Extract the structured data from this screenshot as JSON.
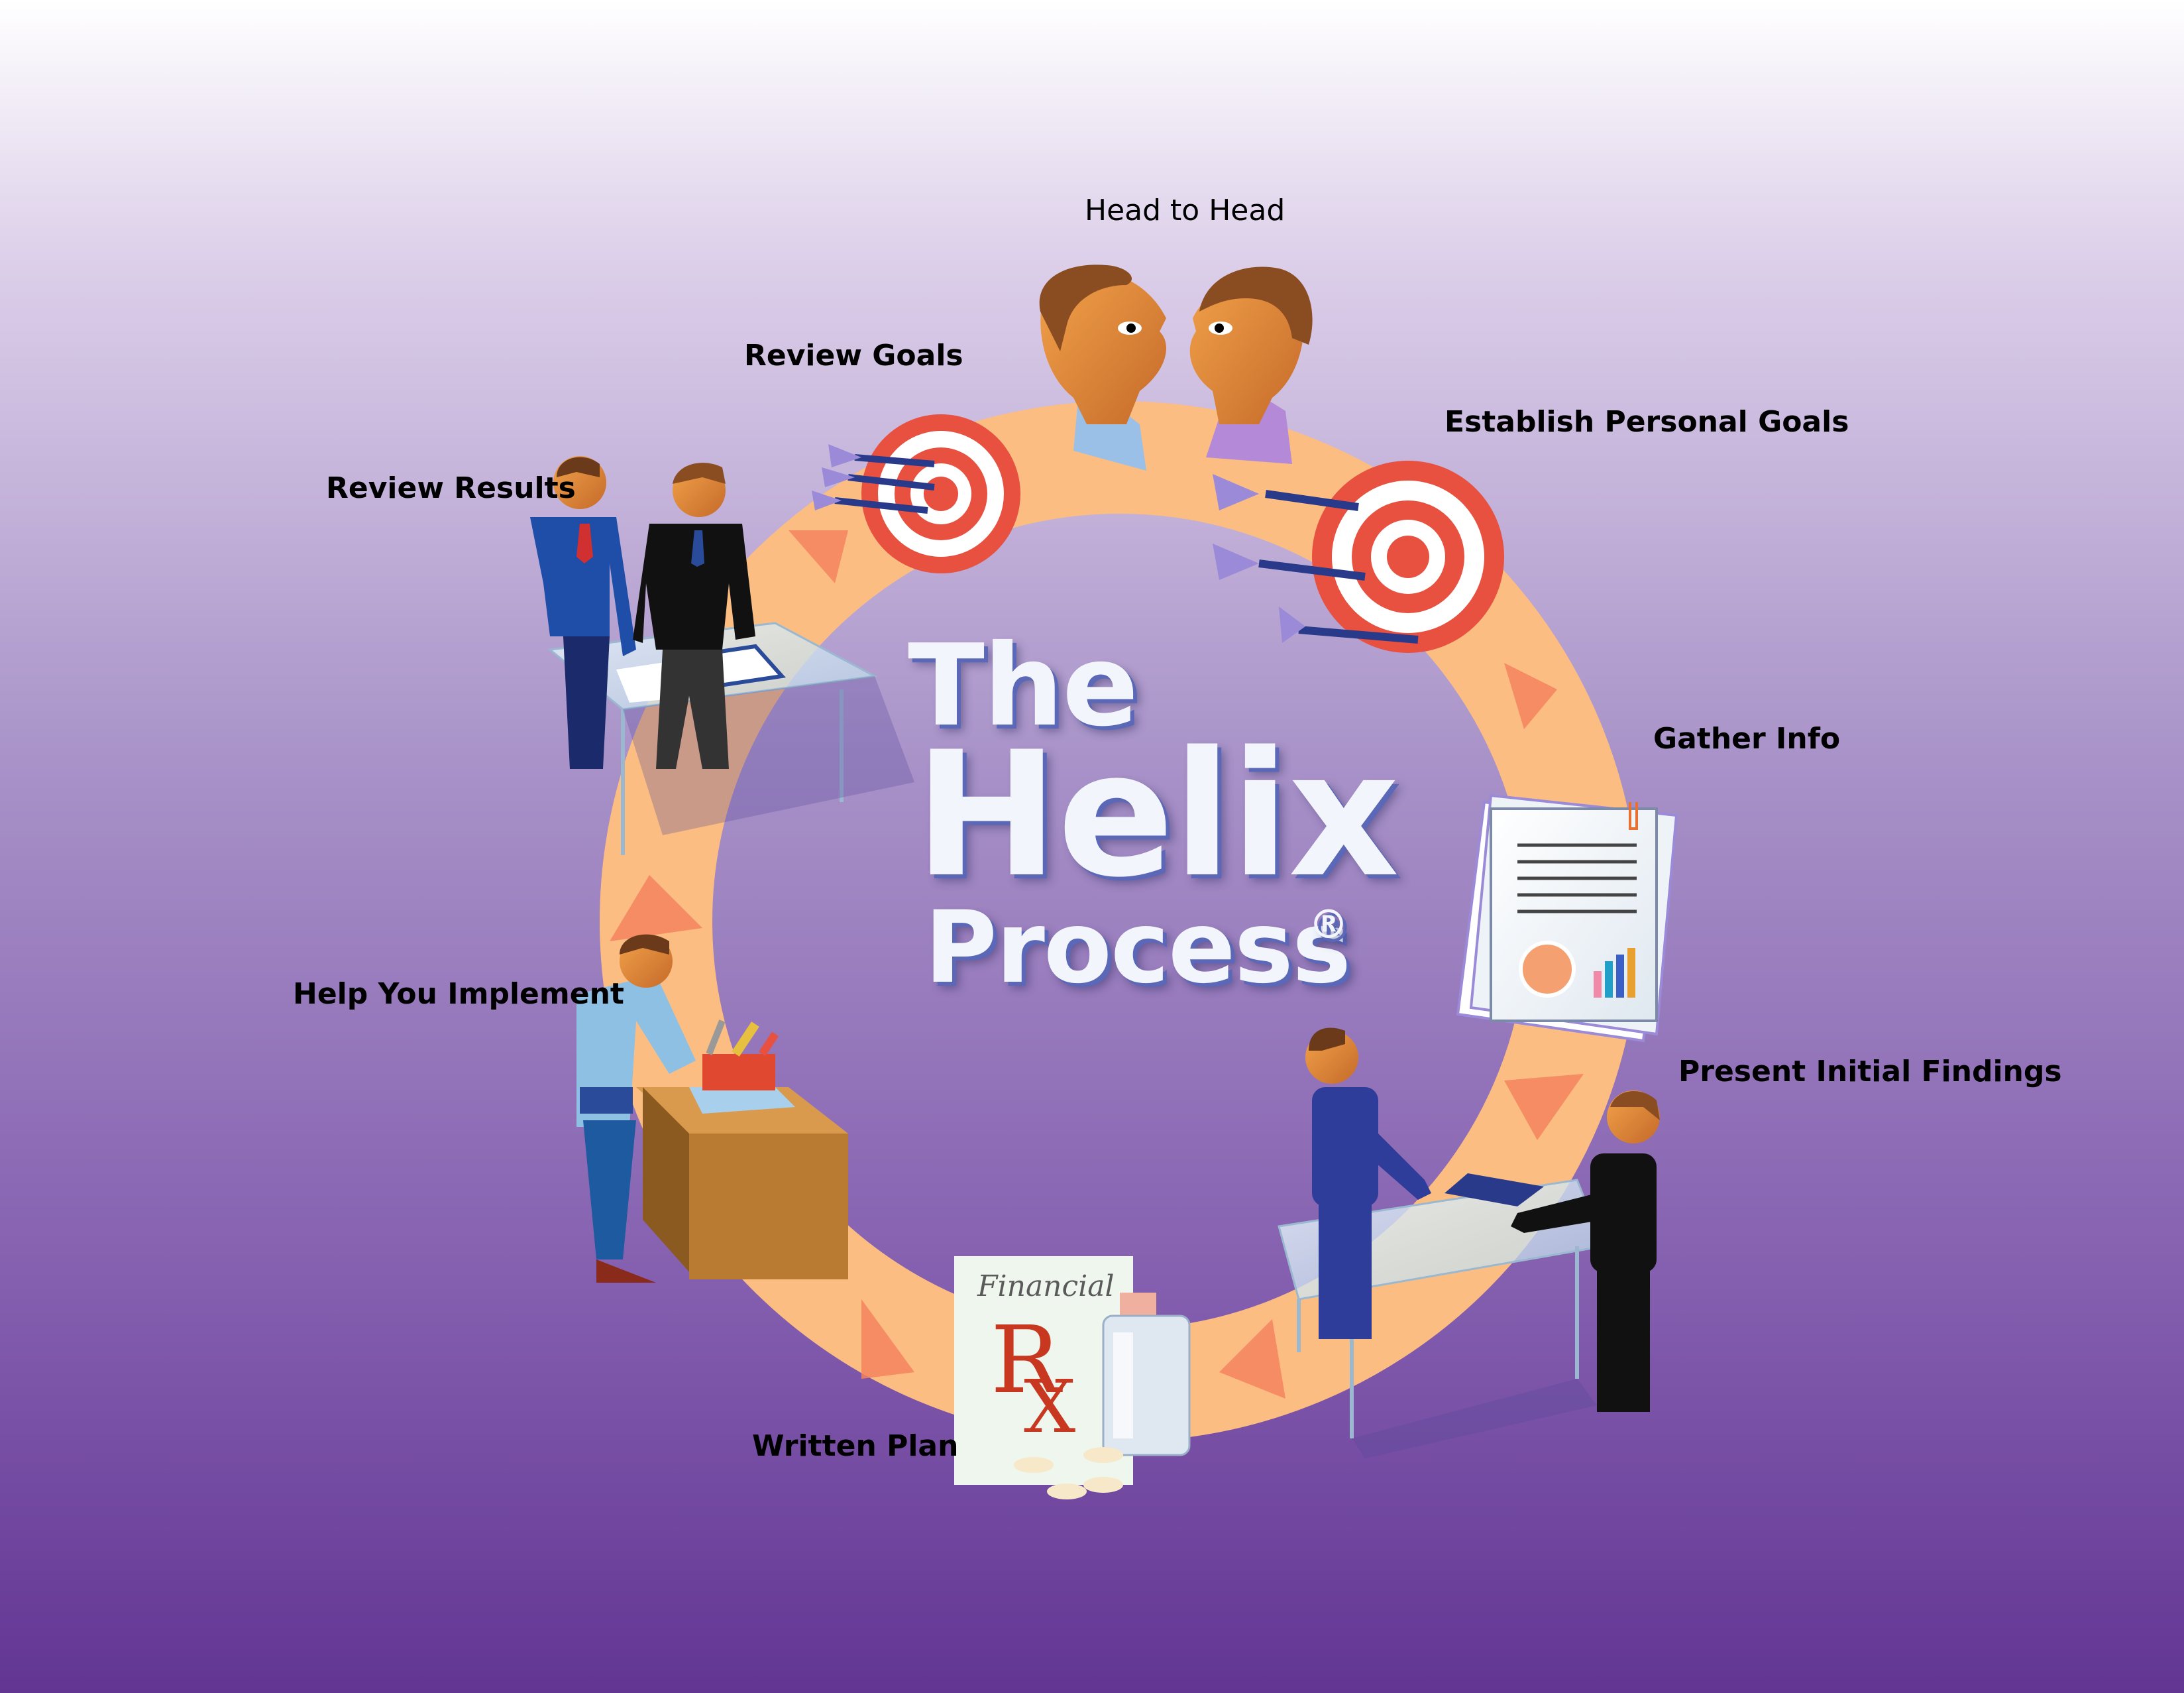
{
  "title": {
    "line1": "The",
    "line2": "Helix",
    "line3": "Process",
    "mark": "®"
  },
  "steps": {
    "head_to_head": "Head to Head",
    "establish_goals": "Establish Personal Goals",
    "gather_info": "Gather Info",
    "present_findings": "Present Initial Findings",
    "written_plan": "Written Plan",
    "help_implement": "Help You Implement",
    "review_results": "Review Results",
    "review_goals": "Review Goals"
  },
  "rx_card": {
    "word": "Financial",
    "symbol": "R",
    "symbol_sub": "X"
  },
  "colors": {
    "bg_top": "#ffffff",
    "bg_mid": "#a892c8",
    "bg_bottom": "#623593",
    "ring": "#fbbd82",
    "arrow": "#f4845f",
    "target_red": "#e8503f",
    "suit_blue": "#1f4ea8",
    "suit_black": "#111111"
  },
  "icons": [
    "heads-icon",
    "target-icon",
    "document-chart-icon",
    "handshake-icon",
    "rx-icon",
    "toolbox-desk-icon",
    "meeting-table-icon"
  ]
}
